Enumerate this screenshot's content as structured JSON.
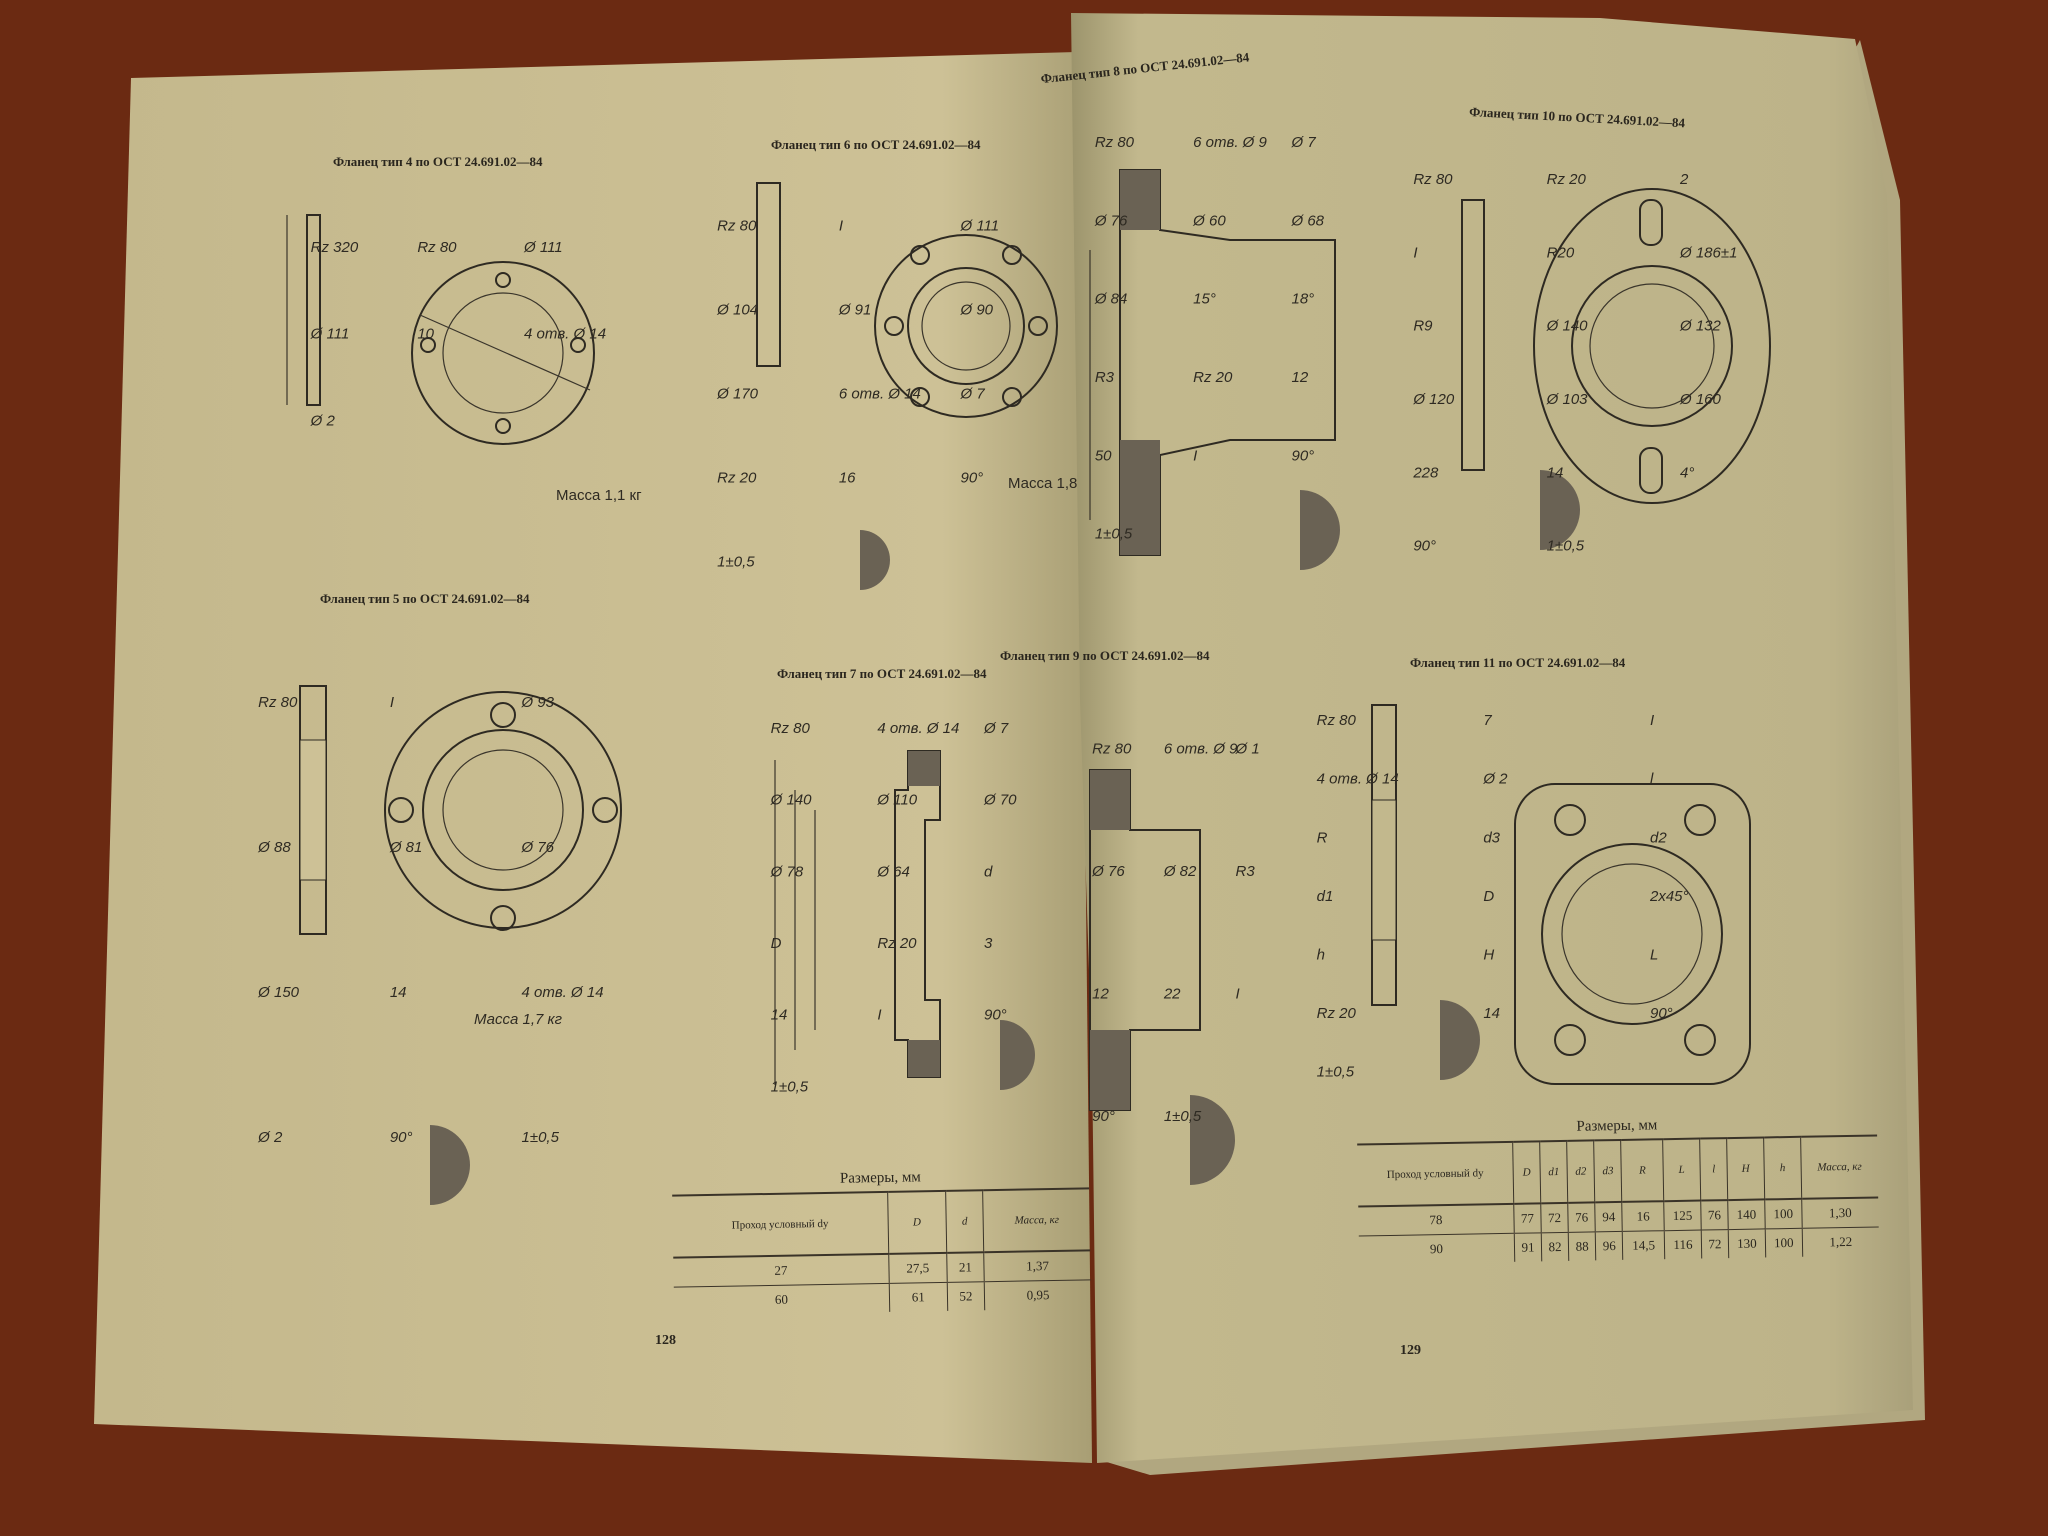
{
  "left_page": {
    "page_number": "128",
    "flanges": [
      {
        "title": "Фланец тип 4 по ОСТ 24.691.02—84",
        "mass": "Масса 1,1 кг",
        "labels": [
          "Rz 320",
          "Rz 80",
          "Ø 111",
          "Ø 111",
          "10",
          "4 отв. Ø 14",
          "Ø 2"
        ]
      },
      {
        "title": "Фланец тип 6 по ОСТ 24.691.02—84",
        "mass": "Масса 1,8",
        "labels": [
          "Rz 80",
          "I",
          "Ø 111",
          "Ø 104",
          "Ø 91",
          "Ø 90",
          "Ø 170",
          "6 отв. Ø 14",
          "Ø 7",
          "Rz 20",
          "16",
          "90°",
          "1±0,5"
        ]
      },
      {
        "title": "Фланец тип 5 по ОСТ 24.691.02—84",
        "mass": "Масса 1,7 кг",
        "labels": [
          "Rz 80",
          "I",
          "Ø 93",
          "Ø 88",
          "Ø 81",
          "Ø 76",
          "Ø 150",
          "14",
          "4 отв. Ø 14",
          "Ø 2",
          "90°",
          "1±0,5"
        ]
      },
      {
        "title": "Фланец тип 7 по ОСТ 24.691.02—84",
        "labels": [
          "Rz 80",
          "4 отв. Ø 14",
          "Ø 7",
          "Ø 140",
          "Ø 110",
          "Ø 70",
          "Ø 78",
          "Ø 64",
          "d",
          "D",
          "Rz 20",
          "3",
          "14",
          "I",
          "90°",
          "1±0,5"
        ]
      }
    ],
    "table": {
      "caption": "Размеры, мм",
      "headers": [
        "Проход условный dy",
        "D",
        "d",
        "Масса, кг"
      ],
      "rows": [
        [
          "27",
          "27,5",
          "21",
          "1,37"
        ],
        [
          "60",
          "61",
          "52",
          "0,95"
        ]
      ]
    }
  },
  "right_page": {
    "page_number": "129",
    "flanges": [
      {
        "title": "Фланец тип 8 по ОСТ 24.691.02—84",
        "labels": [
          "Rz 80",
          "6 отв. Ø 9",
          "Ø 7",
          "Ø 76",
          "Ø 60",
          "Ø 68",
          "Ø 84",
          "15°",
          "18°",
          "R3",
          "Rz 20",
          "12",
          "50",
          "I",
          "90°",
          "1±0,5"
        ]
      },
      {
        "title": "Фланец тип 10 по ОСТ 24.691.02—84",
        "labels": [
          "Rz 80",
          "Rz 20",
          "2",
          "I",
          "R20",
          "Ø 186±1",
          "R9",
          "Ø 140",
          "Ø 132",
          "Ø 120",
          "Ø 103",
          "Ø 160",
          "228",
          "14",
          "4°",
          "90°",
          "1±0,5"
        ]
      },
      {
        "title": "Фланец тип 9 по ОСТ 24.691.02—84",
        "labels": [
          "Rz 80",
          "6 отв. Ø 9",
          "Ø 1",
          "Ø 76",
          "Ø 82",
          "R3",
          "12",
          "22",
          "I",
          "90°",
          "1±0,5"
        ]
      },
      {
        "title": "Фланец тип 11 по ОСТ 24.691.02—84",
        "labels": [
          "Rz 80",
          "7",
          "I",
          "4 отв. Ø 14",
          "Ø 2",
          "l",
          "R",
          "d3",
          "d2",
          "d1",
          "D",
          "2x45°",
          "h",
          "H",
          "L",
          "Rz 20",
          "14",
          "90°",
          "1±0,5"
        ]
      }
    ],
    "table": {
      "caption": "Размеры, мм",
      "headers": [
        "Проход условный dy",
        "D",
        "d1",
        "d2",
        "d3",
        "R",
        "L",
        "l",
        "H",
        "h",
        "Масса, кг"
      ],
      "rows": [
        [
          "78",
          "77",
          "72",
          "76",
          "94",
          "16",
          "125",
          "76",
          "140",
          "100",
          "1,30"
        ],
        [
          "90",
          "91",
          "82",
          "88",
          "96",
          "14,5",
          "116",
          "72",
          "130",
          "100",
          "1,22"
        ]
      ]
    }
  },
  "colors": {
    "paper": "#c9bd92",
    "paper_right": "#bdb389",
    "wood": "#6b2a12",
    "ink": "#2e2a22"
  }
}
